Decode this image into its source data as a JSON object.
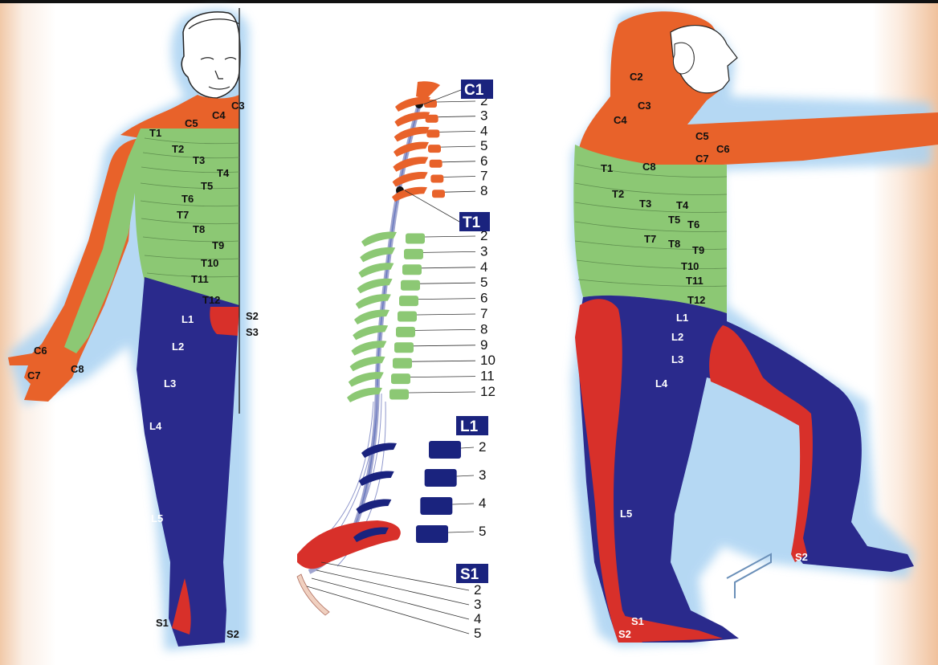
{
  "colors": {
    "cervical": "#e8622a",
    "thoracic": "#8cc874",
    "lumbar": "#2a2a8c",
    "sacral": "#d8302a",
    "vertebra_box": "#1a237e",
    "aura": "#a9d2f2"
  },
  "front_figure": {
    "cervical_labels": [
      "C3",
      "C4",
      "C5",
      "C6",
      "C7",
      "C8"
    ],
    "thoracic_labels": [
      "T1",
      "T2",
      "T3",
      "T4",
      "T5",
      "T6",
      "T7",
      "T8",
      "T9",
      "T10",
      "T11",
      "T12"
    ],
    "lumbar_labels": [
      "L1",
      "L2",
      "L3",
      "L4",
      "L5"
    ],
    "sacral_labels": [
      "S2",
      "S3",
      "S1",
      "S2"
    ]
  },
  "spine": {
    "boxes": [
      "C1",
      "T1",
      "L1",
      "S1"
    ],
    "cervical_numbers": [
      "2",
      "3",
      "4",
      "5",
      "6",
      "7",
      "8"
    ],
    "thoracic_numbers": [
      "2",
      "3",
      "4",
      "5",
      "6",
      "7",
      "8",
      "9",
      "10",
      "11",
      "12"
    ],
    "lumbar_numbers": [
      "2",
      "3",
      "4",
      "5"
    ],
    "sacral_numbers": [
      "2",
      "3",
      "4",
      "5"
    ]
  },
  "side_figure": {
    "cervical_labels": [
      "C2",
      "C3",
      "C4",
      "C5",
      "C6",
      "C7",
      "C8"
    ],
    "thoracic_labels": [
      "T1",
      "T2",
      "T3",
      "T4",
      "T5",
      "T6",
      "T7",
      "T8",
      "T9",
      "T10",
      "T11",
      "T12"
    ],
    "lumbar_labels": [
      "L1",
      "L2",
      "L3",
      "L4",
      "L5"
    ],
    "sacral_labels": [
      "S2",
      "S1",
      "S2"
    ]
  }
}
